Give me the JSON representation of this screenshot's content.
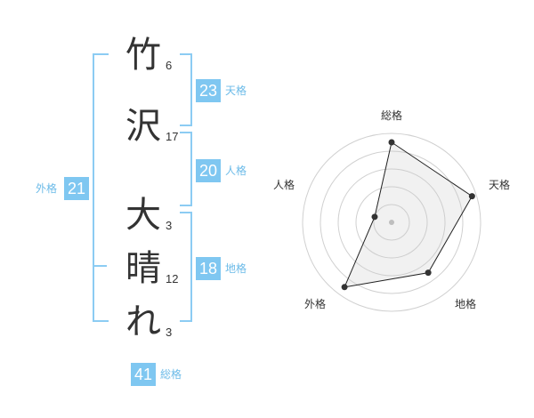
{
  "name": {
    "chars": [
      {
        "char": "竹",
        "strokes": "6"
      },
      {
        "char": "沢",
        "strokes": "17"
      },
      {
        "char": "大",
        "strokes": "3"
      },
      {
        "char": "晴",
        "strokes": "12"
      },
      {
        "char": "れ",
        "strokes": "3"
      }
    ]
  },
  "fortunes": {
    "tenkaku": {
      "value": "23",
      "label": "天格"
    },
    "jinkaku": {
      "value": "20",
      "label": "人格"
    },
    "chikaku": {
      "value": "18",
      "label": "地格"
    },
    "gaikaku": {
      "value": "21",
      "label": "外格"
    },
    "soukaku": {
      "value": "41",
      "label": "総格"
    }
  },
  "colors": {
    "accent": "#7fc7f1",
    "bracket": "#8cccf3",
    "label": "#6cbbe8"
  },
  "chart_data": {
    "type": "radar",
    "axes": [
      "総格",
      "天格",
      "地格",
      "外格",
      "人格"
    ],
    "values": [
      0.9,
      0.95,
      0.7,
      0.9,
      0.2
    ],
    "rings": 5,
    "grid": true
  }
}
